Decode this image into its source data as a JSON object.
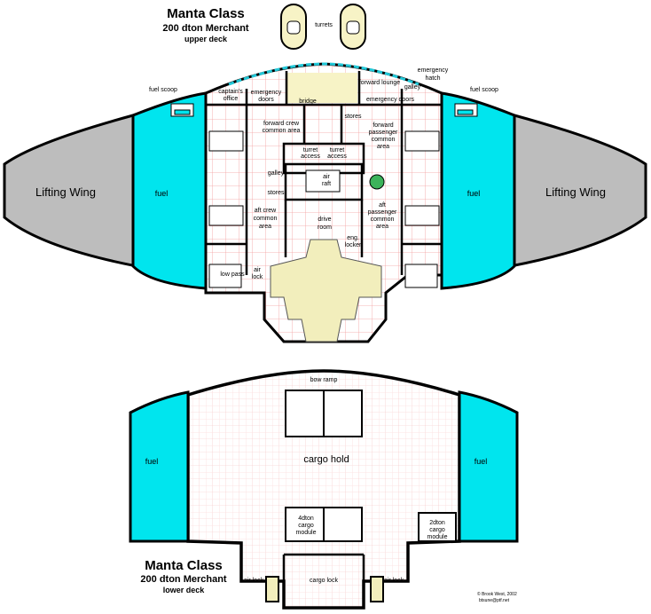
{
  "upper": {
    "title": "Manta Class",
    "subtitle": "200 dton Merchant",
    "deck": "upper deck",
    "turrets": "turrets",
    "labels": {
      "fuel_scoop_left": "fuel scoop",
      "fuel_scoop_right": "fuel scoop",
      "captains_office": [
        "captain's",
        "office"
      ],
      "emergency_doors_left": [
        "emergency",
        "doors"
      ],
      "bridge": "bridge",
      "forward_lounge": "forward lounge",
      "galley_fwd": "galley",
      "emergency_hatch": [
        "emergency",
        "hatch"
      ],
      "emergency_doors_right": "emergency doors",
      "stores_fwd": "stores",
      "forward_crew": [
        "forward crew",
        "common area"
      ],
      "forward_passenger": [
        "forward",
        "passenger",
        "common",
        "area"
      ],
      "turret_access_1": [
        "turret",
        "access"
      ],
      "turret_access_2": [
        "turret",
        "access"
      ],
      "galley": "galley",
      "stores": "stores",
      "air_raft": [
        "air",
        "raft"
      ],
      "aft_crew": [
        "aft crew",
        "common",
        "area"
      ],
      "drive_room": [
        "drive",
        "room"
      ],
      "eng_locker": [
        "eng.",
        "locker"
      ],
      "aft_passenger": [
        "aft",
        "passenger",
        "common",
        "area"
      ],
      "low_pass": "low pass",
      "air_lock": [
        "air",
        "lock"
      ],
      "fuel_left": "fuel",
      "fuel_right": "fuel",
      "wing_left": "Lifting Wing",
      "wing_right": "Lifting Wing"
    }
  },
  "lower": {
    "title": "Manta Class",
    "subtitle": "200 dton Merchant",
    "deck": "lower deck",
    "labels": {
      "bow_ramp": "bow ramp",
      "cargo_hold": "cargo hold",
      "module_center": [
        "4dton",
        "cargo",
        "module"
      ],
      "module_right": [
        "2dton",
        "cargo",
        "module"
      ],
      "cargo_lock": "cargo lock",
      "air_lock_left": "air lock",
      "air_lock_right": "air lock",
      "fuel_left": "fuel",
      "fuel_right": "fuel"
    }
  },
  "credit": [
    "© Brook West, 2002",
    "btsune@ptf.net"
  ],
  "colors": {
    "fuel": "#00e5ee",
    "wing": "#bdbdbd",
    "floor_grid": "#f4a0a0",
    "engine": "#f2eebc"
  }
}
